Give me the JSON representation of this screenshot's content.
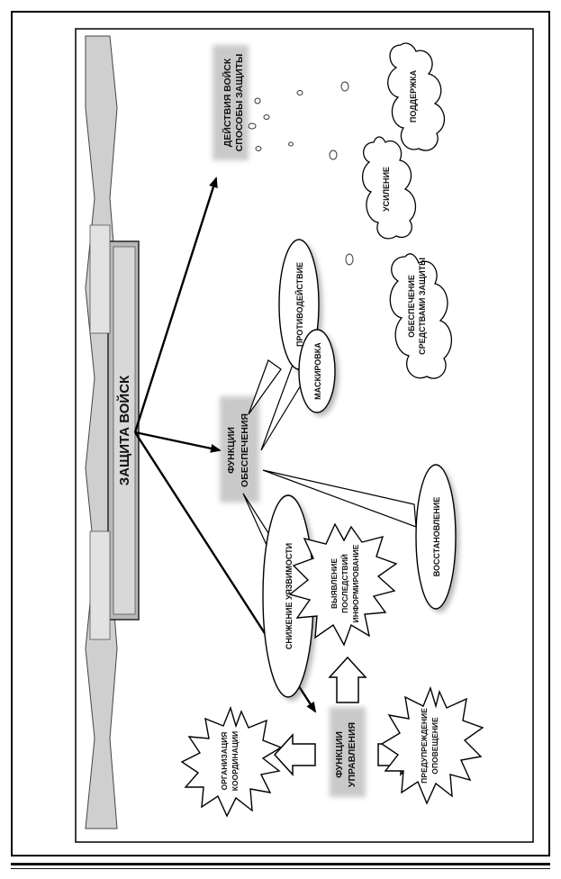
{
  "title": "ЗАЩИТА ВОЙСК",
  "actions": [
    "ДЕЙСТВИЯ ВОЙСК",
    "СПОСОБЫ ЗАЩИТЫ"
  ],
  "support_functions": [
    "ФУНКЦИИ",
    "ОБЕСПЕЧЕНИЯ"
  ],
  "management_functions": [
    "ФУНКЦИИ",
    "УПРАВЛЕНИЯ"
  ],
  "ellipses": {
    "counteraction": [
      "ПРОТИВОДЕЙСТВИЕ"
    ],
    "camouflage": [
      "МАСКИРОВКА"
    ],
    "restoration": [
      "ВОССТАНОВЛЕНИЕ"
    ],
    "vulnerability": [
      "СНИЖЕНИЕ УЯЗВИМОСТИ"
    ]
  },
  "clouds": {
    "support": [
      "ПОДДЕРЖКА"
    ],
    "reinforcement": [
      "УСИЛЕНИЕ"
    ],
    "protection": [
      "ОБЕСПЕЧЕНИЕ",
      "СРЕДСТВАМИ ЗАЩИТЫ"
    ]
  },
  "stars": {
    "consequences": [
      "ВЫЯВЛЕНИЕ",
      "ПОСЛЕДСТВИЙ",
      "ИНФОРМИРОВАНИЕ"
    ],
    "coordination": [
      "ОРГАНИЗАЦИЯ",
      "КООРДИНАЦИИ"
    ],
    "warning": [
      "ПРЕДУПРЕЖДЕНИЕ",
      "ОПОВЕЩЕНИЕ"
    ]
  }
}
